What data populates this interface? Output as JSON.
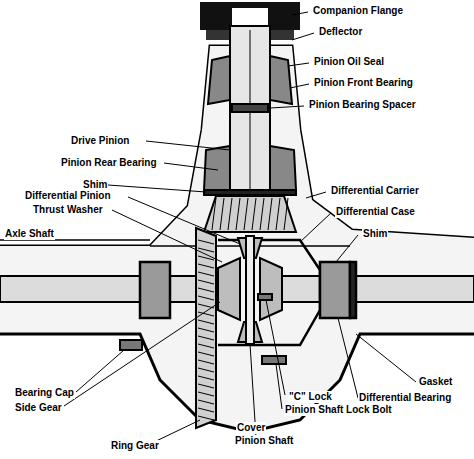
{
  "diagram": {
    "labels": [
      "Companion Flange",
      "Deflector",
      "Pinion Oil Seal",
      "Pinion Front Bearing",
      "Pinion Bearing Spacer",
      "Drive Pinion",
      "Pinion Rear Bearing",
      "Shim",
      "Differential Pinion",
      "Thrust Washer",
      "Differential Carrier",
      "Differential Case",
      "Shim",
      "Axle Shaft",
      "Bearing Cap",
      "Side Gear",
      "Ring Gear",
      "Cover",
      "Pinion Shaft",
      "\"C\" Lock",
      "Pinion Shaft Lock Bolt",
      "Gasket",
      "Differential Bearing"
    ]
  }
}
